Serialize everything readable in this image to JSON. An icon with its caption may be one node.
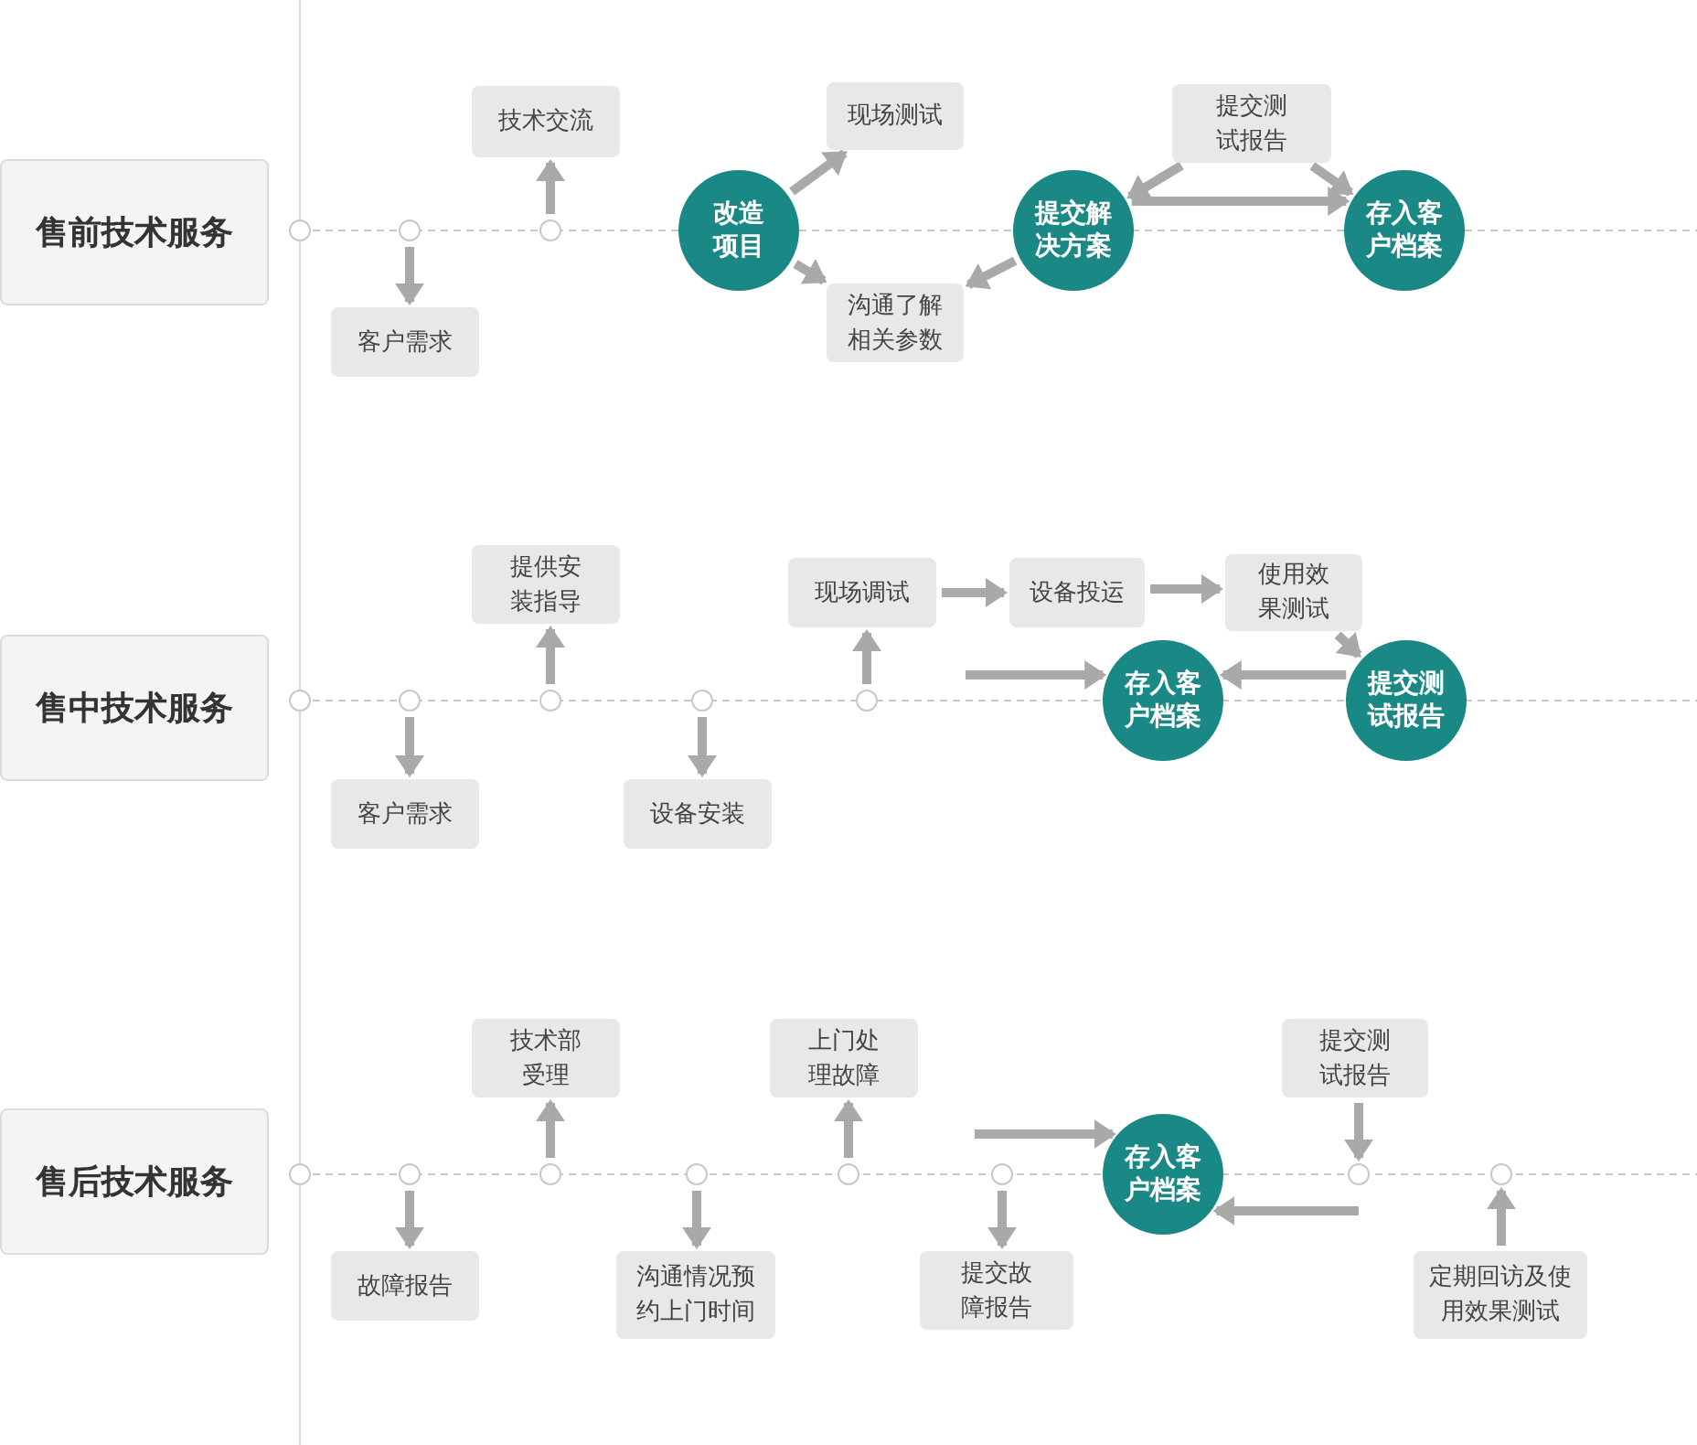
{
  "diagram": {
    "nodes": [
      {
        "text": [
          "售前技术服务"
        ]
      },
      {
        "text": [],
        "shape": "circle"
      },
      {
        "text": [],
        "shape": "circle"
      },
      {
        "text": [],
        "shape": "circle"
      },
      {
        "text": [
          "技术交流"
        ]
      },
      {
        "text": [
          "客户需求"
        ]
      },
      {
        "text": [
          "改造项目"
        ]
      },
      {
        "text": [
          "现场测试"
        ]
      },
      {
        "text": [
          "沟通了解相关参数"
        ]
      },
      {
        "text": [
          "提交解决方案"
        ]
      },
      {
        "text": [
          "提交测试报告"
        ]
      },
      {
        "text": [
          "存入客户档案"
        ]
      },
      {
        "text": [
          "售中技术服务"
        ]
      },
      {
        "text": [],
        "shape": "circle"
      },
      {
        "text": [],
        "shape": "circle"
      },
      {
        "text": [],
        "shape": "circle"
      },
      {
        "text": [],
        "shape": "circle"
      },
      {
        "text": [],
        "shape": "circle"
      },
      {
        "text": [
          "提供安装指导"
        ]
      },
      {
        "text": [
          "客户需求"
        ]
      },
      {
        "text": [
          "设备安装"
        ]
      },
      {
        "text": [
          "现场调试"
        ]
      },
      {
        "text": [
          "设备投运"
        ]
      },
      {
        "text": [
          "使用效果测试"
        ]
      },
      {
        "text": [
          "存入客户档案"
        ]
      },
      {
        "text": [
          "提交测试报告"
        ]
      },
      {
        "text": [
          "售后技术服务"
        ]
      },
      {
        "text": [],
        "shape": "circle"
      },
      {
        "text": [],
        "shape": "circle"
      },
      {
        "text": [],
        "shape": "circle"
      },
      {
        "text": [],
        "shape": "circle"
      },
      {
        "text": [],
        "shape": "circle"
      },
      {
        "text": [],
        "shape": "circle"
      },
      {
        "text": [],
        "shape": "circle"
      },
      {
        "text": [],
        "shape": "circle"
      },
      {
        "text": [
          "技术部受理"
        ]
      },
      {
        "text": [
          "故障报告"
        ]
      },
      {
        "text": [
          "沟通情况预约上门时间"
        ]
      },
      {
        "text": [
          "上门处理故障"
        ]
      },
      {
        "text": [
          "提交故障报告"
        ]
      },
      {
        "text": [
          "存入客户档案"
        ]
      },
      {
        "text": [
          "提交测试报告"
        ]
      },
      {
        "text": [
          "定期回访及使用效果测试"
        ]
      }
    ],
    "edges": [
      {
        "from": 2,
        "to": 5,
        "arrow": "to"
      },
      {
        "from": 3,
        "to": 4,
        "arrow": "to"
      },
      {
        "from": 6,
        "to": 7,
        "arrow": "to"
      },
      {
        "from": 6,
        "to": 8,
        "arrow": "to"
      },
      {
        "from": 9,
        "to": 8,
        "arrow": "to"
      },
      {
        "from": 10,
        "to": 9,
        "arrow": "to"
      },
      {
        "from": 10,
        "to": 11,
        "arrow": "to"
      },
      {
        "from": 9,
        "to": 11,
        "arrow": "to"
      },
      {
        "from": 14,
        "to": 19,
        "arrow": "to"
      },
      {
        "from": 15,
        "to": 18,
        "arrow": "to"
      },
      {
        "from": 16,
        "to": 20,
        "arrow": "to"
      },
      {
        "from": 17,
        "to": 21,
        "arrow": "to"
      },
      {
        "from": 21,
        "to": 22,
        "arrow": "to"
      },
      {
        "from": 22,
        "to": 23,
        "arrow": "to"
      },
      {
        "from": 23,
        "to": 25,
        "arrow": "to"
      },
      {
        "from": 25,
        "to": 24,
        "arrow": "to"
      },
      {
        "from": null,
        "to": 24,
        "arrow": "to"
      },
      {
        "from": 28,
        "to": 36,
        "arrow": "to"
      },
      {
        "from": 29,
        "to": 35,
        "arrow": "to"
      },
      {
        "from": 30,
        "to": 37,
        "arrow": "to"
      },
      {
        "from": 31,
        "to": 38,
        "arrow": "to"
      },
      {
        "from": 32,
        "to": 39,
        "arrow": "to"
      },
      {
        "from": null,
        "to": 40,
        "arrow": "to"
      },
      {
        "from": 41,
        "to": 33,
        "arrow": "to"
      },
      {
        "from": 42,
        "to": 34,
        "arrow": "to"
      },
      {
        "from": 33,
        "to": 40,
        "arrow": "to"
      }
    ]
  }
}
